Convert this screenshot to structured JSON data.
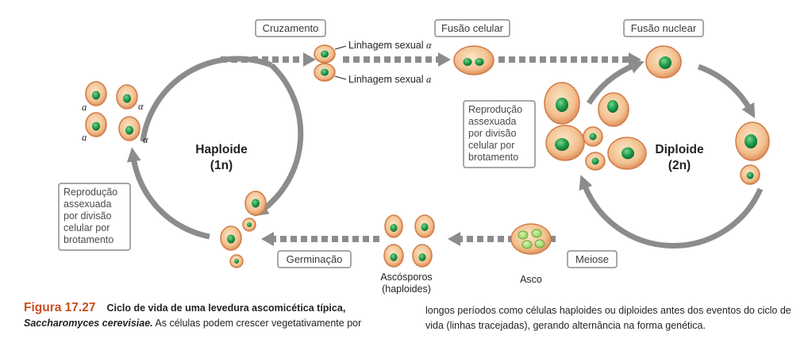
{
  "stages": {
    "mating": "Cruzamento",
    "cell_fusion": "Fusão celular",
    "nuclear_fusion": "Fusão nuclear",
    "meiosis": "Meiose",
    "germination": "Germinação"
  },
  "mating_types": {
    "alpha_line_prefix": "Linhagem sexual ",
    "alpha_symbol": "α",
    "a_line_prefix": "Linhagem sexual ",
    "a_symbol": "a",
    "alpha_cell_label": "α",
    "a_cell_label": "a"
  },
  "phases": {
    "haploid_title": "Haploide",
    "haploid_ploidy": "(1n)",
    "diploid_title": "Diploide",
    "diploid_ploidy": "(2n)"
  },
  "asexual_box": {
    "lines": [
      "Reprodução",
      "assexuada",
      "por divisão",
      "celular por",
      "brotamento"
    ]
  },
  "structures": {
    "ascus": "Asco",
    "ascospores_line1": "Ascósporos",
    "ascospores_line2": "(haploides)"
  },
  "caption": {
    "figure_label": "Figura 17.27",
    "title": "Ciclo de vida de uma levedura ascomicética típica,",
    "species": "Saccharomyces cerevisiae.",
    "text_left": " As células podem crescer vegetativamente por",
    "text_right": "longos períodos como células haploides ou diploides antes dos eventos do ciclo de vida (linhas tracejadas), gerando alternância na forma genética."
  },
  "colors": {
    "cell_outer": "#e8a070",
    "cell_inner": "#f6d3a8",
    "nucleus": "#1e9b4b",
    "arrow_gray": "#8c8c8c",
    "figure_label": "#c8501e"
  }
}
